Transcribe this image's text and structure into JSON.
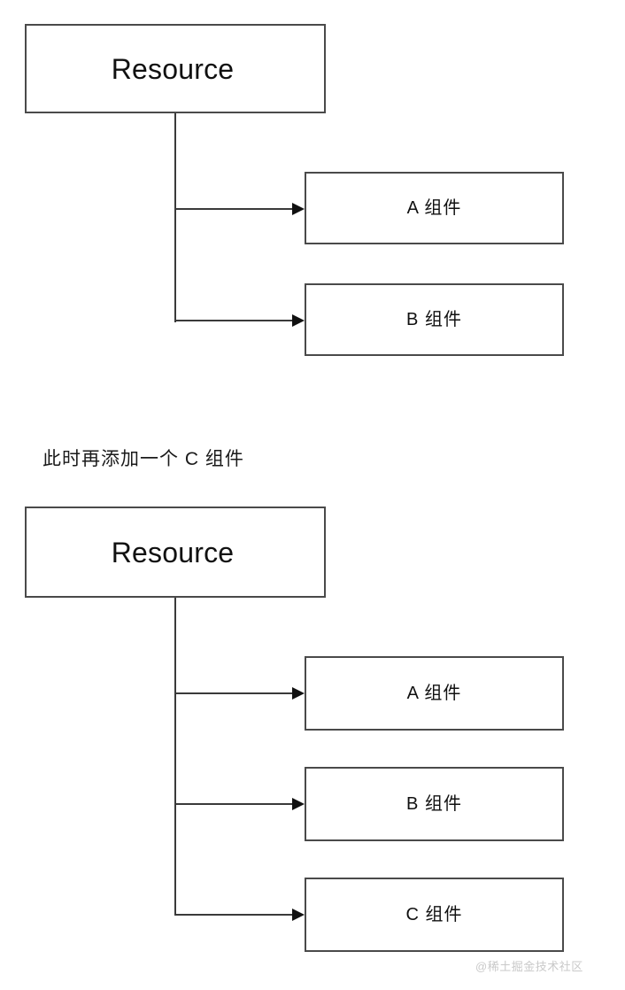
{
  "page": {
    "background_color": "#ffffff",
    "line_color": "#3a3a3a",
    "box_border_color": "#4a4a4a",
    "text_color": "#111111",
    "watermark_color": "#c9c9c9"
  },
  "diagram_before": {
    "root": {
      "label": "Resource"
    },
    "children": [
      {
        "label": "A 组件"
      },
      {
        "label": "B 组件"
      }
    ]
  },
  "caption": {
    "text": "此时再添加一个 C 组件"
  },
  "diagram_after": {
    "root": {
      "label": "Resource"
    },
    "children": [
      {
        "label": "A 组件"
      },
      {
        "label": "B 组件"
      },
      {
        "label": "C 组件"
      }
    ]
  },
  "watermark": {
    "text": "@稀土掘金技术社区"
  }
}
